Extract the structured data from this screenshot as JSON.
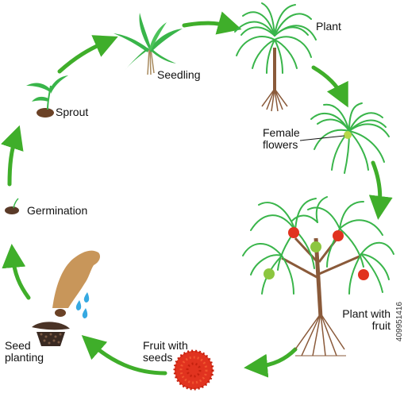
{
  "labels": {
    "plant": "Plant",
    "seedling": "Seedling",
    "sprout": "Sprout",
    "germination": "Germination",
    "female_flowers": "Female flowers",
    "plant_with_fruit": "Plant with fruit",
    "fruit_with_seeds": "Fruit with seeds",
    "seed_planting": "Seed planting"
  },
  "watermark": "409951416",
  "colors": {
    "arrow": "#3fae2a",
    "leaf": "#39b54a",
    "trunk": "#8a5a3a",
    "fruit_red": "#e1331f",
    "fruit_green": "#8cc63f",
    "seed": "#5a3a28",
    "water": "#36a9e1",
    "hand": "#c8965a"
  }
}
